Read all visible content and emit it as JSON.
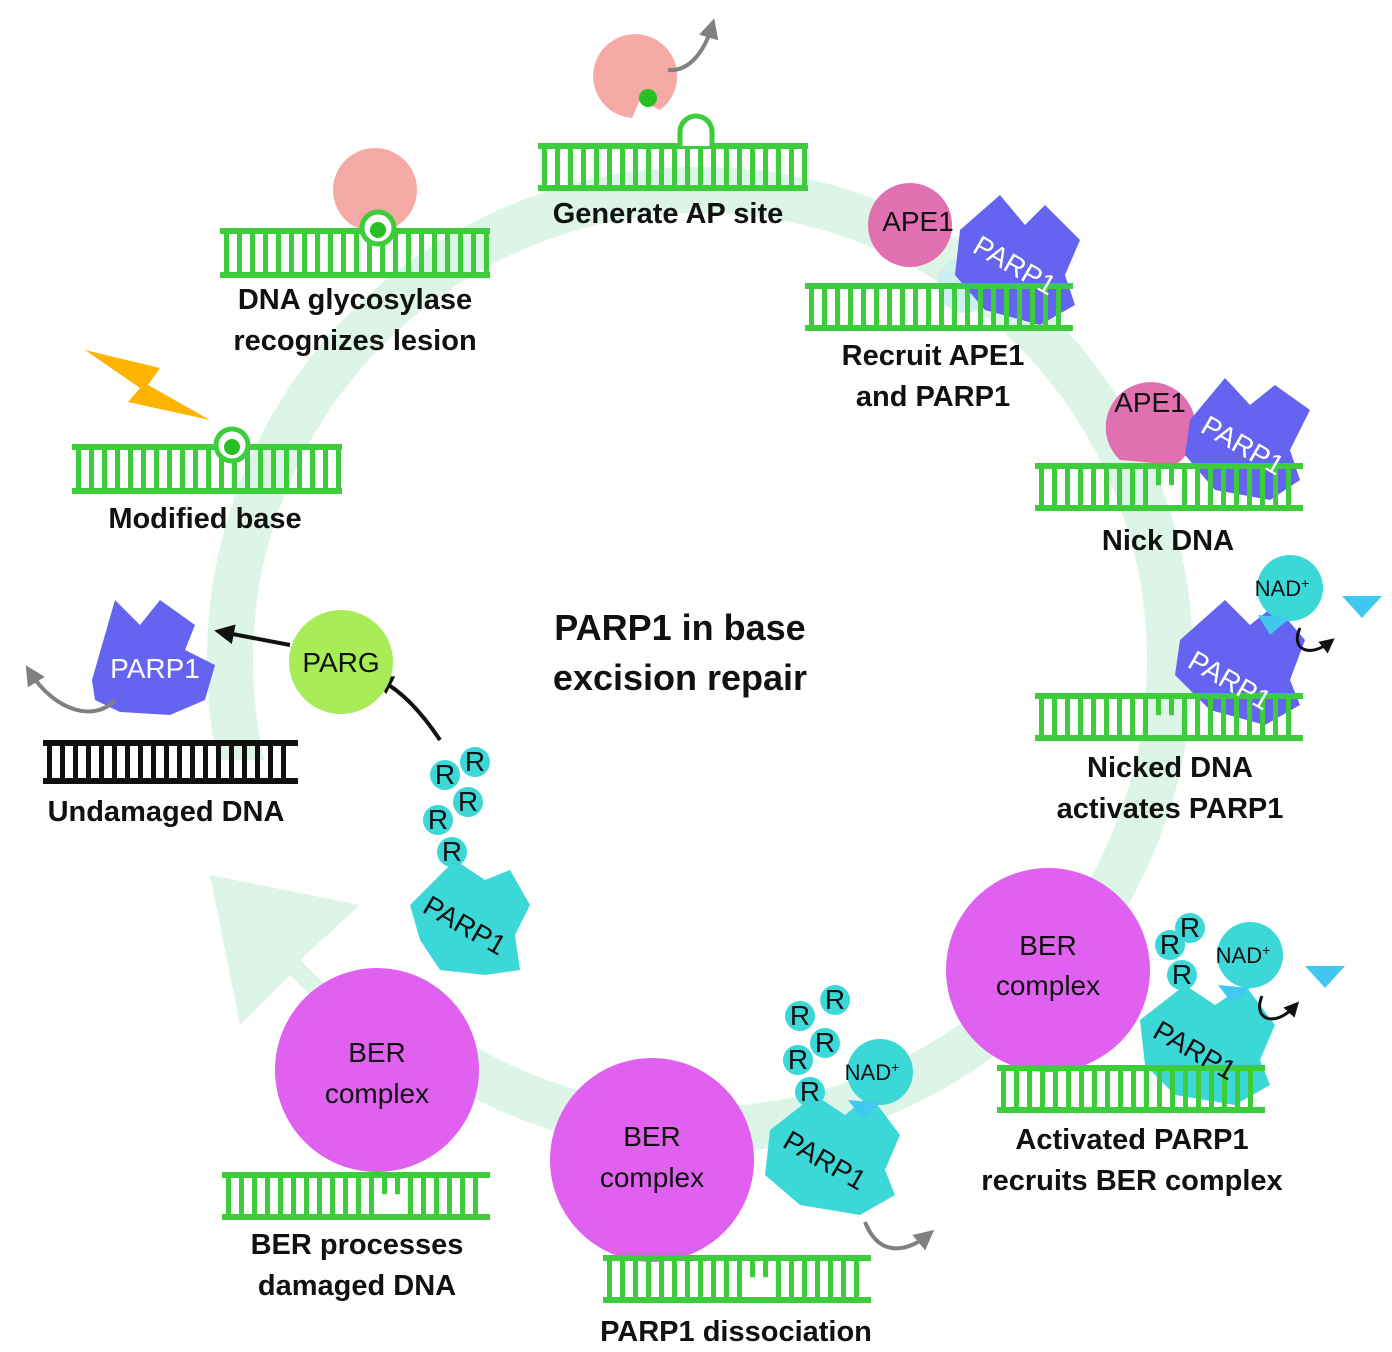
{
  "title": {
    "line1": "PARP1 in base",
    "line2": "excision repair"
  },
  "steps": {
    "modified_base": "Modified  base",
    "glycosylase": {
      "line1": "DNA  glycosylase",
      "line2": "recognizes lesion"
    },
    "ap_site": "Generate AP  site",
    "recruit": {
      "line1": "Recruit APE1",
      "line2": "and PARP1"
    },
    "nick": "Nick DNA",
    "nicked": {
      "line1": "Nicked  DNA",
      "line2": "activates  PARP1"
    },
    "activated": {
      "line1": "Activated  PARP1",
      "line2": "recruits BER complex"
    },
    "dissociation": "PARP1 dissociation",
    "ber_processes": {
      "line1": "BER processes",
      "line2": "damaged  DNA"
    },
    "undamaged": "Undamaged   DNA"
  },
  "proteins": {
    "ape1": "APE1",
    "parp1": "PARP1",
    "parg": "PARG",
    "nad": "NAD",
    "nad_sup": "+",
    "r": "R",
    "ber_line1": "BER",
    "ber_line2": "complex"
  },
  "colors": {
    "dna": "#3ccc3c",
    "dna_undamaged": "#111111",
    "cycle_arrow": "#dcf5e6",
    "glycosylase": "#f5aaa6",
    "ape1": "#e070b0",
    "parp1_inactive": "#6464f0",
    "parp1_active": "#3cd8d8",
    "ber_complex": "#e060f0",
    "parg": "#a8ec58",
    "nad": "#3cd8d8",
    "nicotinamide": "#40c8f0",
    "lightning": "#ffb400"
  }
}
